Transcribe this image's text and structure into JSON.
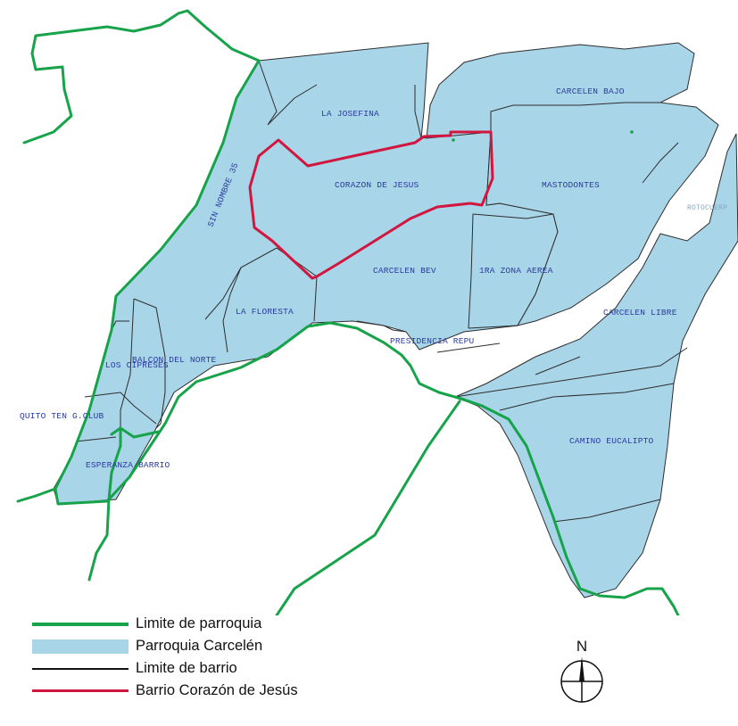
{
  "map": {
    "neighborhoods": [
      {
        "id": "la-josefina",
        "name": "LA JOSEFINA"
      },
      {
        "id": "carcelen-bajo",
        "name": "CARCELEN BAJO"
      },
      {
        "id": "corazon-de-jesus",
        "name": "CORAZON DE JESUS"
      },
      {
        "id": "mastodontes",
        "name": "MASTODONTES"
      },
      {
        "id": "sin-nombre-35",
        "name": "SIN NOMBRE 35"
      },
      {
        "id": "carcelen-bev",
        "name": "CARCELEN BEV"
      },
      {
        "id": "1ra-zona-aerea",
        "name": "1RA ZONA AEREA"
      },
      {
        "id": "la-floresta",
        "name": "LA FLORESTA"
      },
      {
        "id": "carcelen-libre",
        "name": "CARCELEN LIBRE"
      },
      {
        "id": "presidencia-repu",
        "name": "PRESIDENCIA REPU"
      },
      {
        "id": "balcon-del-norte",
        "name": "BALCON DEL NORTE"
      },
      {
        "id": "los-cipreses",
        "name": "LOS CIPRESES"
      },
      {
        "id": "quito-ten-gclub",
        "name": "QUITO TEN G.CLUB"
      },
      {
        "id": "esperanza-barrio",
        "name": "ESPERANZA BARRIO"
      },
      {
        "id": "camino-eucalipto",
        "name": "CAMINO EUCALIPTO"
      },
      {
        "id": "roto-cuerp",
        "name": "ROTOCUERP"
      }
    ]
  },
  "legend": {
    "items": [
      {
        "label": "Limite de parroquia",
        "color": "#16a34a",
        "kind": "thick-line"
      },
      {
        "label": "Parroquia Carcelén",
        "color": "#a9d5e8",
        "kind": "fill"
      },
      {
        "label": "Limite de barrio",
        "color": "#111111",
        "kind": "thin-line"
      },
      {
        "label": "Barrio Corazón de Jesús",
        "color": "#d1163f",
        "kind": "line"
      }
    ]
  },
  "compass": {
    "north_label": "N"
  },
  "colors": {
    "parish_fill": "#a9d5e8",
    "parish_boundary": "#16a34a",
    "barrio_boundary": "#2d2d2d",
    "highlight_barrio": "#d1163f",
    "label_text": "#2a3c9e"
  }
}
